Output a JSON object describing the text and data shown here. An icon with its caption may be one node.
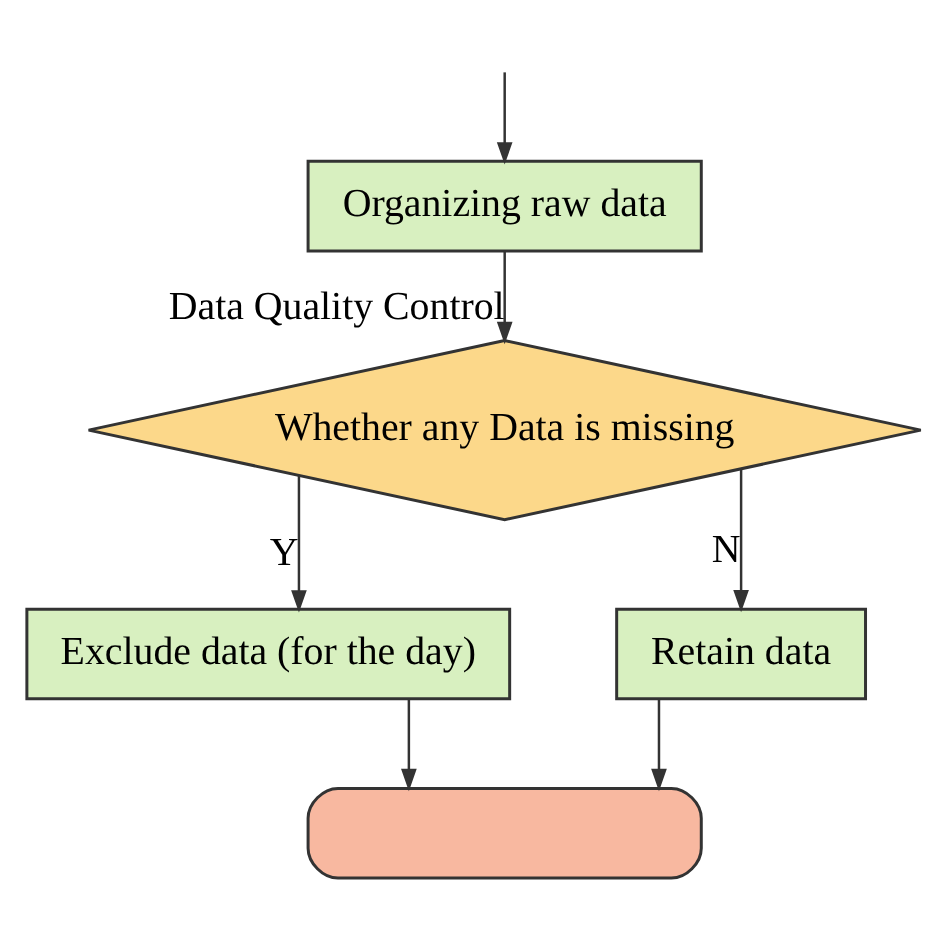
{
  "diagram": {
    "nodes": [
      {
        "text": [
          "Organizing raw data"
        ]
      },
      {
        "text": [
          "Whether any Data is missing"
        ]
      },
      {
        "text": [
          "Exclude data (for the day)"
        ]
      },
      {
        "text": [
          "Retain data"
        ]
      },
      {
        "text": [],
        "shape": "box"
      }
    ],
    "edges": [
      {
        "from": null,
        "to": 0,
        "arrow": "to"
      },
      {
        "from": 0,
        "to": 1,
        "arrow": "to",
        "label": "Data Quality Control"
      },
      {
        "from": 1,
        "to": 2,
        "arrow": "to",
        "label": "Y"
      },
      {
        "from": 1,
        "to": 3,
        "arrow": "to",
        "label": "N"
      },
      {
        "from": 2,
        "to": 4,
        "arrow": "to"
      },
      {
        "from": 3,
        "to": 4,
        "arrow": "to"
      }
    ]
  }
}
